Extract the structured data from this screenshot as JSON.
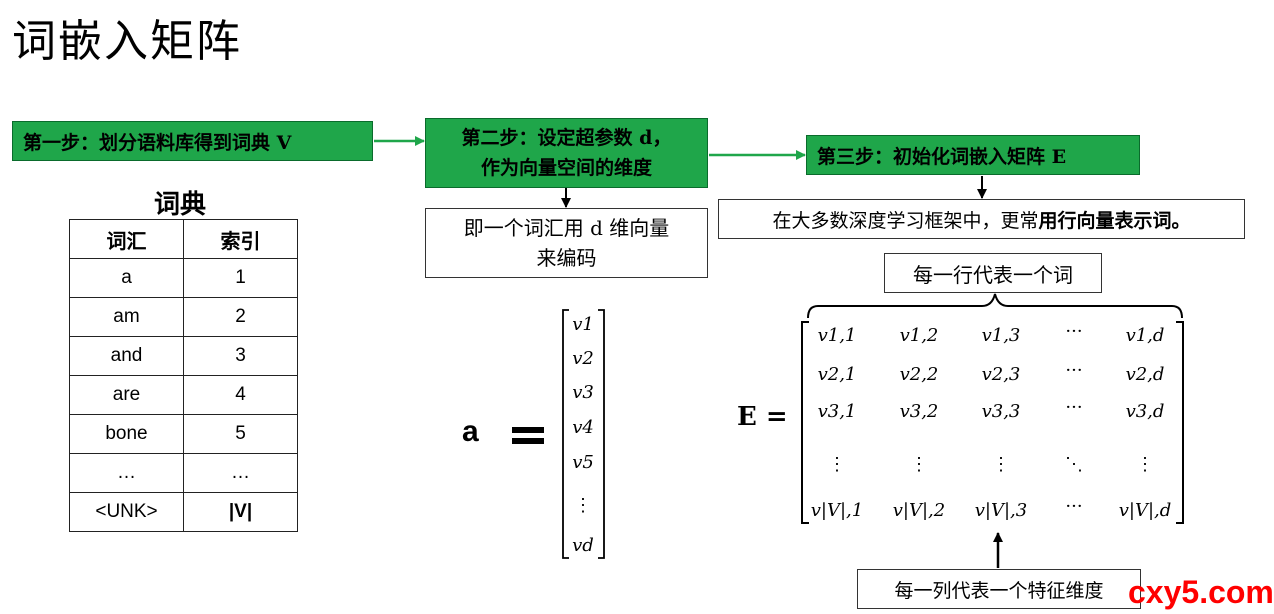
{
  "title": "词嵌入矩阵",
  "steps": {
    "step1": "第一步：划分语料库得到词典 V",
    "step2_line1": "第二步：设定超参数 d，",
    "step2_line2": "作为向量空间的维度",
    "step3": "第三步：初始化词嵌入矩阵 E"
  },
  "notes": {
    "dim_line1": "即一个词汇用 d 维向量",
    "dim_line2": "来编码",
    "row_vector_prefix": "在大多数深度学习框架中，更常",
    "row_vector_bold": "用行向量表示词。",
    "row_meaning": "每一行代表一个词",
    "col_meaning": "每一列代表一个特征维度"
  },
  "dictionary": {
    "caption": "词典",
    "headers": [
      "词汇",
      "索引"
    ],
    "rows": [
      [
        "a",
        "1"
      ],
      [
        "am",
        "2"
      ],
      [
        "and",
        "3"
      ],
      [
        "are",
        "4"
      ],
      [
        "bone",
        "5"
      ],
      [
        "…",
        "…"
      ],
      [
        "<UNK>",
        "|V|"
      ]
    ]
  },
  "vector": {
    "label": "a",
    "equals": "=",
    "entries": [
      "v1",
      "v2",
      "v3",
      "v4",
      "v5",
      "⋮",
      "vd"
    ]
  },
  "matrix": {
    "label": "E =",
    "rows": [
      [
        "v1,1",
        "v1,2",
        "v1,3",
        "···",
        "v1,d"
      ],
      [
        "v2,1",
        "v2,2",
        "v2,3",
        "···",
        "v2,d"
      ],
      [
        "v3,1",
        "v3,2",
        "v3,3",
        "···",
        "v3,d"
      ],
      [
        "⋮",
        "⋮",
        "⋮",
        "⋱",
        "⋮"
      ],
      [
        "v|V|,1",
        "v|V|,2",
        "v|V|,3",
        "···",
        "v|V|,d"
      ]
    ]
  },
  "watermark": "cxy5.com",
  "colors": {
    "step_fill": "#1fa64a",
    "arrow": "#1fa64a",
    "watermark": "#ff0000"
  }
}
